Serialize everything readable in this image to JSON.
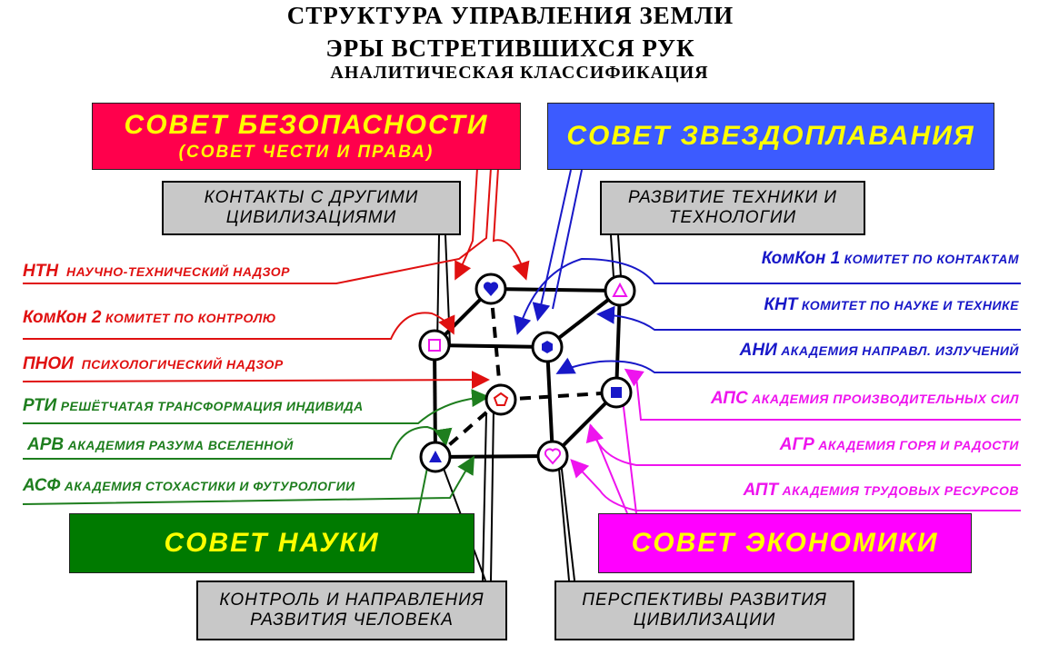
{
  "header": {
    "line1": "СТРУКТУРА  УПРАВЛЕНИЯ  ЗЕМЛИ",
    "line2": "ЭРЫ ВСТРЕТИВШИХСЯ РУК",
    "line3": "АНАЛИТИЧЕСКАЯ КЛАССИФИКАЦИЯ"
  },
  "councils": {
    "security": {
      "title": "СОВЕТ БЕЗОПАСНОСТИ",
      "subtitle": "(СОВЕТ ЧЕСТИ И ПРАВА)",
      "color": "#ff004c"
    },
    "starflight": {
      "title": "СОВЕТ ЗВЕЗДОПЛАВАНИЯ",
      "color": "#3c5bff"
    },
    "science": {
      "title": "СОВЕТ  НАУКИ",
      "color": "#007a00"
    },
    "economy": {
      "title": "СОВЕТ  ЭКОНОМИКИ",
      "color": "#ff00ff"
    }
  },
  "areas": {
    "contacts": "КОНТАКТЫ  С  ДРУГИМИ ЦИВИЛИЗАЦИЯМИ",
    "technology": "РАЗВИТИЕ ТЕХНИКИ И ТЕХНОЛОГИИ",
    "human": "КОНТРОЛЬ И НАПРАВЛЕНИЯ РАЗВИТИЯ  ЧЕЛОВЕКА",
    "civilization": "ПЕРСПЕКТИВЫ  РАЗВИТИЯ ЦИВИЛИЗАЦИИ"
  },
  "left_labels": [
    {
      "abbr": "НТН",
      "full": "НАУЧНО-ТЕХНИЧЕСКИЙ НАДЗОР",
      "color": "#e01010"
    },
    {
      "abbr": "КомКон 2",
      "full": "КОМИТЕТ  ПО КОНТРОЛЮ",
      "color": "#e01010"
    },
    {
      "abbr": "ПНОИ",
      "full": "ПСИХОЛОГИЧЕСКИЙ НАДЗОР",
      "color": "#e01010"
    },
    {
      "abbr": "РТИ",
      "full": "РЕШЁТЧАТАЯ ТРАНСФОРМАЦИЯ ИНДИВИДА",
      "color": "#1e7e1e"
    },
    {
      "abbr": "АРВ",
      "full": "АКАДЕМИЯ РАЗУМА ВСЕЛЕННОЙ",
      "color": "#1e7e1e"
    },
    {
      "abbr": "АСФ",
      "full": "АКАДЕМИЯ  СТОХАСТИКИ И ФУТУРОЛОГИИ",
      "color": "#1e7e1e"
    }
  ],
  "right_labels": [
    {
      "abbr": "КомКон 1",
      "full": "КОМИТЕТ ПО КОНТАКТАМ",
      "color": "#1818c8"
    },
    {
      "abbr": "КНТ",
      "full": "КОМИТЕТ ПО НАУКЕ И ТЕХНИКЕ",
      "color": "#1818c8"
    },
    {
      "abbr": "АНИ",
      "full": "АКАДЕМИЯ НАПРАВЛ. ИЗЛУЧЕНИЙ",
      "color": "#1818c8"
    },
    {
      "abbr": "АПС",
      "full": "АКАДЕМИЯ ПРОИЗВОДИТЕЛЬНЫХ СИЛ",
      "color": "#ee14ee"
    },
    {
      "abbr": "АГР",
      "full": "АКАДЕМИЯ ГОРЯ И РАДОСТИ",
      "color": "#ee14ee"
    },
    {
      "abbr": "АПТ",
      "full": "АКАДЕМИЯ ТРУДОВЫХ РЕСУРСОВ",
      "color": "#ee14ee"
    }
  ],
  "cube_nodes": [
    {
      "name": "heart-node",
      "icon": "heart-icon",
      "color": "#1818c8"
    },
    {
      "name": "triangle-node-top",
      "icon": "triangle-outline-icon",
      "color": "#ee14ee"
    },
    {
      "name": "square-node-outline",
      "icon": "square-outline-icon",
      "color": "#ee14ee"
    },
    {
      "name": "hexagon-node",
      "icon": "hexagon-icon",
      "color": "#1818c8"
    },
    {
      "name": "pentagon-node",
      "icon": "pentagon-outline-icon",
      "color": "#e01010"
    },
    {
      "name": "square-node-filled",
      "icon": "square-icon",
      "color": "#1818c8"
    },
    {
      "name": "triangle-node-bottom",
      "icon": "triangle-icon",
      "color": "#1818c8"
    },
    {
      "name": "heart-node-outline",
      "icon": "heart-outline-icon",
      "color": "#ee14ee"
    }
  ]
}
